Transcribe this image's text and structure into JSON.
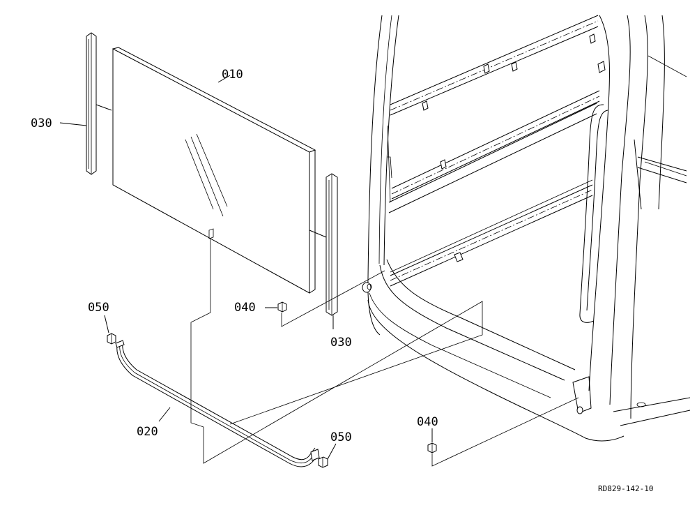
{
  "diagram": {
    "labels": {
      "glass": "010",
      "lower_seal": "020",
      "left_strip": "030",
      "right_strip": "030",
      "clip_mid": "040",
      "clip_low": "040",
      "cap_left": "050",
      "cap_right": "050"
    },
    "reference_code": "RD829-142-10",
    "stroke_color": "#000000",
    "background_color": "#ffffff"
  }
}
